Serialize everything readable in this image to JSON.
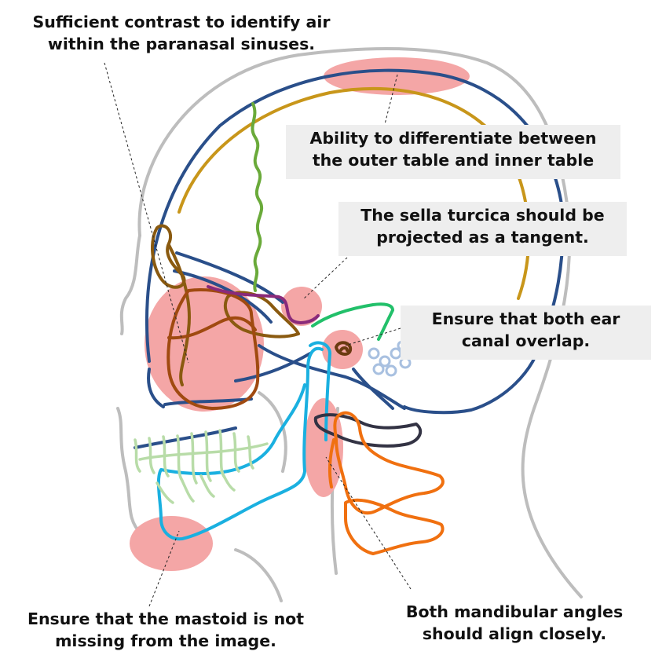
{
  "labels": {
    "sinuses": [
      "Sufficient contrast to identify air",
      "within the paranasal sinuses."
    ],
    "table": [
      "Ability to differentiate between",
      "the outer table and inner table"
    ],
    "sella": [
      "The sella turcica should be",
      "projected as a tangent."
    ],
    "ear": [
      "Ensure that both ear",
      "canal overlap."
    ],
    "mastoid": [
      "Ensure that the mastoid is not",
      "missing from the image."
    ],
    "mandible": [
      "Both mandibular angles",
      "should align closely."
    ]
  },
  "colors": {
    "highlight": "#f4a6a6",
    "skin": "#bdbdbd",
    "skull_outer": "#2a4f8a",
    "skull_inner": "#c8961a",
    "coronal_suture": "#6aaa3a",
    "orbit": "#8a5a10",
    "maxilla": "#a04a10",
    "sella": "#8a2a7a",
    "ear": "#6a3a10",
    "pterygoid": "#22c06a",
    "mandible": "#1ab0e0",
    "teeth": "#b8dca8",
    "cervical_spine": "#f07010",
    "hyoid": "#333344",
    "mastoid_cells": "#a8c0e0",
    "leader": "#222222"
  }
}
